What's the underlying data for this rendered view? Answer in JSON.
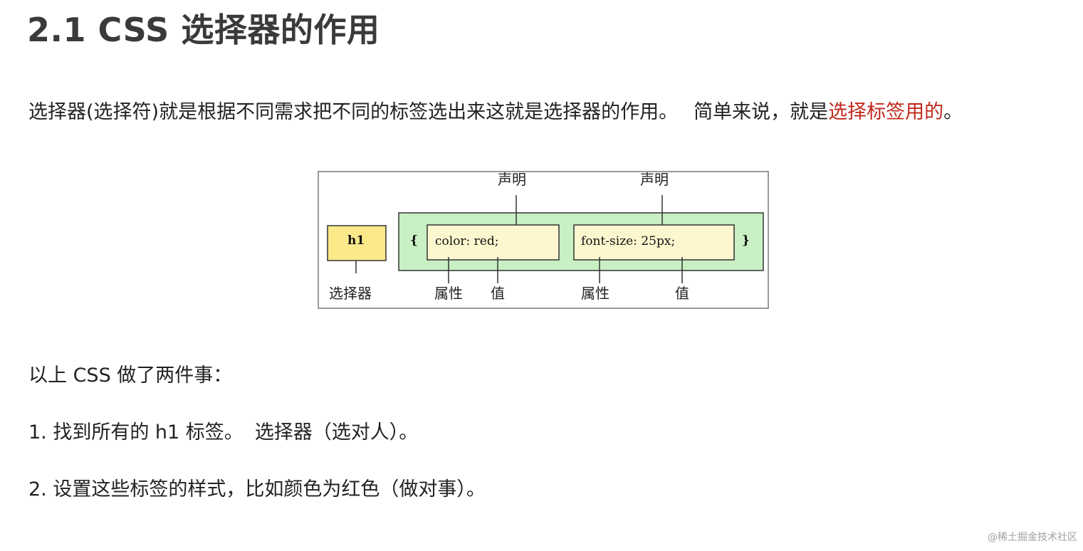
{
  "title": "2.1 CSS 选择器的作用",
  "intro": {
    "text_main": "选择器(选择符)就是根据不同需求把不同的标签选出来这就是选择器的作用。",
    "text_prefix": "简单来说，就是",
    "text_highlight": "选择标签用的",
    "text_end": "。"
  },
  "diagram": {
    "selector": "h1",
    "selector_caption": "选择器",
    "open_brace": "{",
    "close_brace": "}",
    "declaration_label": "声明",
    "property_label": "属性",
    "value_label": "值",
    "declarations": [
      {
        "code": "color: red;"
      },
      {
        "code": "font-size: 25px;"
      }
    ],
    "colors": {
      "selector_fill": "#fbe98a",
      "declaration_block_fill": "#c9efc4",
      "declaration_fill": "#fdf7cf",
      "border": "#333333"
    }
  },
  "summary": {
    "heading": "以上 CSS 做了两件事：",
    "item1_main": "1. 找到所有的 h1 标签。",
    "item1_note": "选择器（选对人）。",
    "item2": "2. 设置这些标签的样式，比如颜色为红色（做对事）。"
  },
  "watermark": "@稀土掘金技术社区"
}
